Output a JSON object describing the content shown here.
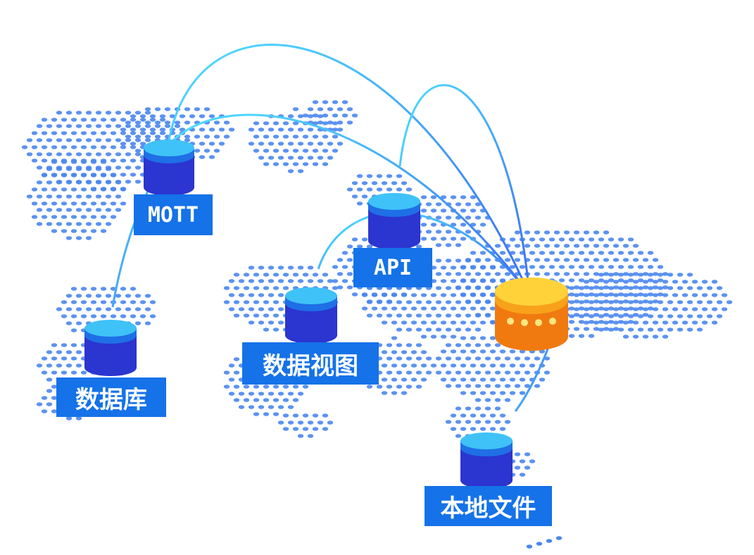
{
  "nodes": {
    "mqtt": {
      "label": "MOTT",
      "icon": "database-cylinder-icon",
      "color": "#2a3fd6"
    },
    "api": {
      "label": "API",
      "icon": "database-cylinder-icon",
      "color": "#2a3fd6"
    },
    "dataview": {
      "label": "数据视图",
      "icon": "database-cylinder-icon",
      "color": "#2a3fd6"
    },
    "database": {
      "label": "数据库",
      "icon": "database-cylinder-icon",
      "color": "#2a3fd6"
    },
    "localfile": {
      "label": "本地文件",
      "icon": "database-cylinder-icon",
      "color": "#2a3fd6"
    },
    "hub": {
      "icon": "central-server-icon",
      "color": "#f07a10"
    }
  },
  "colors": {
    "map_dots": "#4a86f0",
    "connection": "#2ec8f5",
    "label_bg": "#1572e8",
    "cylinder_top": "#3fc2f8",
    "cylinder_body": "#2b35d0",
    "hub_top": "#ffd23a",
    "hub_body": "#f07a10",
    "hub_lights": "#ffe680"
  }
}
